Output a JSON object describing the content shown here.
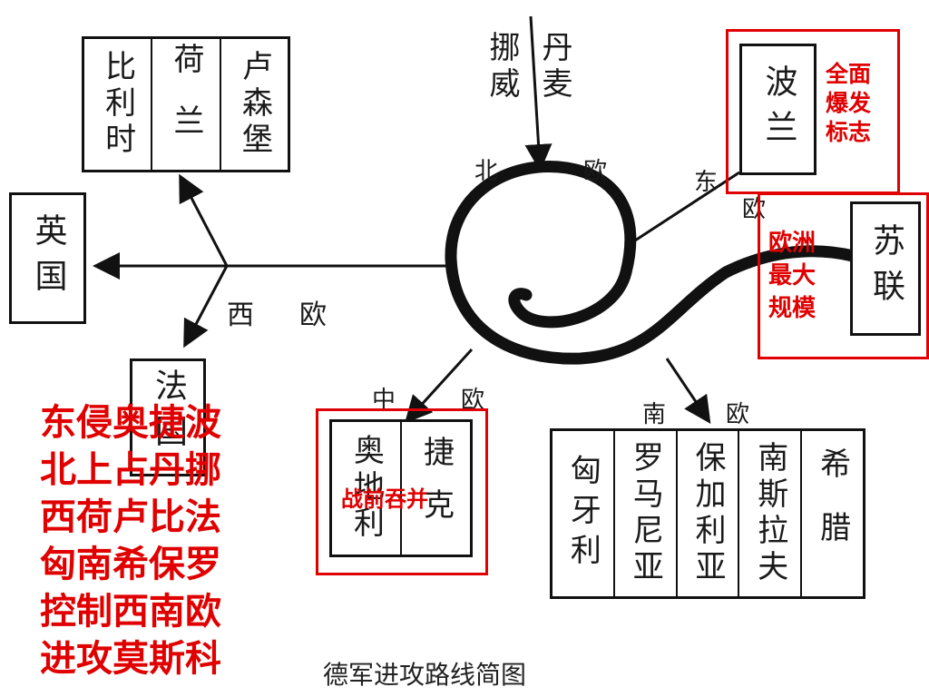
{
  "groups": {
    "benelux": [
      "比利时",
      "荷兰",
      "卢森堡"
    ],
    "nordic": [
      "挪威",
      "丹麦"
    ],
    "poland": [
      "波兰"
    ],
    "britain": [
      "英国"
    ],
    "ussr": [
      "苏联"
    ],
    "france": [
      "法国"
    ],
    "central": [
      "奥地利",
      "捷克"
    ],
    "southern": [
      "匈牙利",
      "罗马尼亚",
      "保加利亚",
      "南斯拉夫",
      "希腊"
    ]
  },
  "directions": {
    "north": "北",
    "north_europe": "欧",
    "east": "东",
    "east_europe": "欧",
    "west": "西",
    "west_europe": "欧",
    "central": "中",
    "central_europe": "欧",
    "south": "南",
    "south_europe": "欧"
  },
  "annotations": {
    "poland_note": "全面爆发标志",
    "ussr_note": "欧洲最大规模",
    "central_note": "战前吞并"
  },
  "notes": [
    "东侵奥捷波",
    "北上占丹挪",
    "西荷卢比法",
    "匈南希保罗",
    "控制西南欧",
    "进攻莫斯科"
  ],
  "caption": "德军进攻路线简图",
  "colors": {
    "annotation": "#e00000",
    "ink": "#111111"
  }
}
